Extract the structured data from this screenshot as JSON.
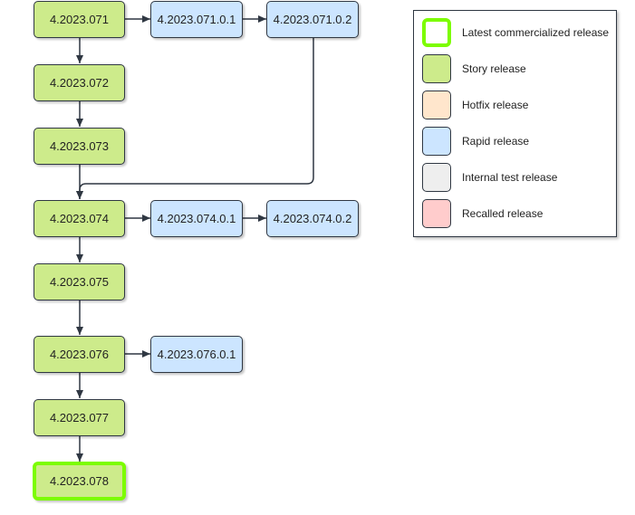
{
  "nodes": {
    "r071": "4.2023.071",
    "r071_0_1": "4.2023.071.0.1",
    "r071_0_2": "4.2023.071.0.2",
    "r072": "4.2023.072",
    "r073": "4.2023.073",
    "r074": "4.2023.074",
    "r074_0_1": "4.2023.074.0.1",
    "r074_0_2": "4.2023.074.0.2",
    "r075": "4.2023.075",
    "r076": "4.2023.076",
    "r076_0_1": "4.2023.076.0.1",
    "r077": "4.2023.077",
    "r078": "4.2023.078"
  },
  "legend": {
    "items": [
      {
        "label": "Latest commercialized release",
        "color": "#ffffff",
        "border": "#7cfc00"
      },
      {
        "label": "Story release",
        "color": "#cdeb8b"
      },
      {
        "label": "Hotfix release",
        "color": "#ffe6cc"
      },
      {
        "label": "Rapid release",
        "color": "#cce5ff"
      },
      {
        "label": "Internal test release",
        "color": "#eeeeee"
      },
      {
        "label": "Recalled release",
        "color": "#ffcccc"
      }
    ]
  },
  "colors": {
    "story": "#cdeb8b",
    "rapid": "#cce5ff",
    "latest_border": "#7cfc00",
    "edge": "#2f3742"
  }
}
